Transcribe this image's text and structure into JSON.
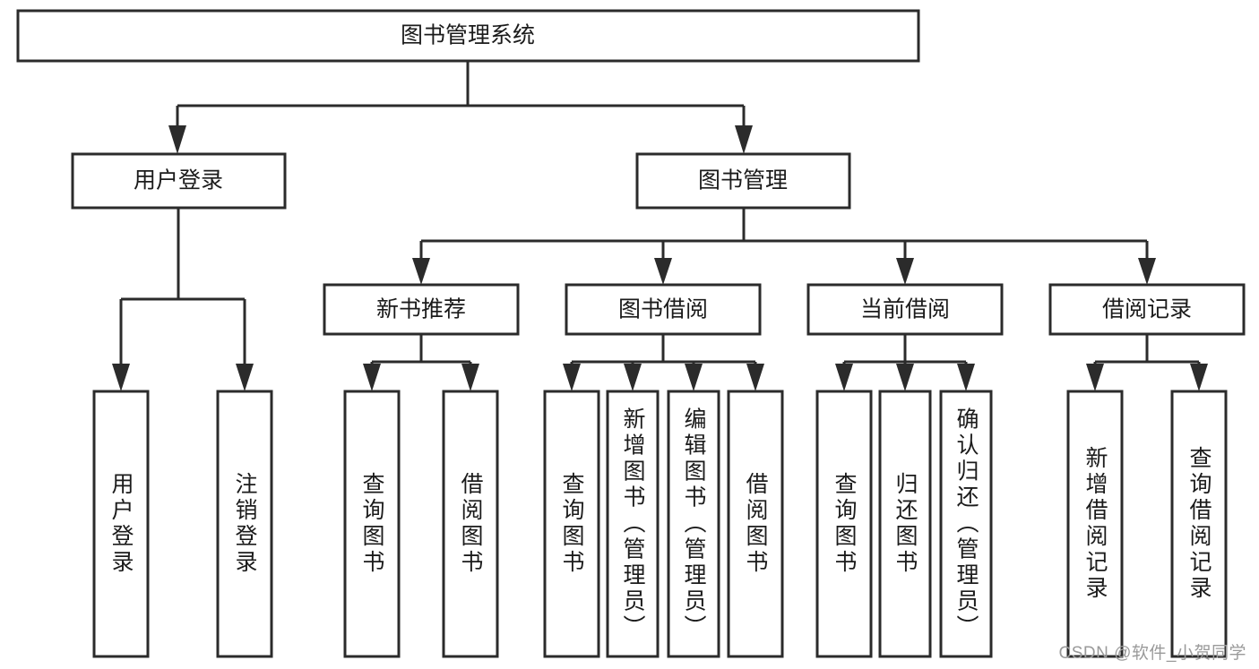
{
  "diagram": {
    "title": "图书管理系统",
    "type": "hierarchy-tree",
    "root": {
      "label": "图书管理系统"
    },
    "level2": [
      {
        "label": "用户登录"
      },
      {
        "label": "图书管理"
      }
    ],
    "level3": [
      {
        "label": "新书推荐"
      },
      {
        "label": "图书借阅"
      },
      {
        "label": "当前借阅"
      },
      {
        "label": "借阅记录"
      }
    ],
    "leaves": {
      "user_login": [
        {
          "label": "用户登录"
        },
        {
          "label": "注销登录"
        }
      ],
      "new_book_recommend": [
        {
          "label": "查询图书"
        },
        {
          "label": "借阅图书"
        }
      ],
      "book_borrow": [
        {
          "label": "查询图书"
        },
        {
          "label": "新增图书（管理员）"
        },
        {
          "label": "编辑图书（管理员）"
        },
        {
          "label": "借阅图书"
        }
      ],
      "current_borrow": [
        {
          "label": "查询图书"
        },
        {
          "label": "归还图书"
        },
        {
          "label": "确认归还（管理员）"
        }
      ],
      "borrow_record": [
        {
          "label": "新增借阅记录"
        },
        {
          "label": "查询借阅记录"
        }
      ]
    }
  },
  "watermark": {
    "text": "CSDN @软件_小贺同学"
  },
  "colors": {
    "stroke": "#2b2b2b",
    "fill": "#ffffff",
    "text": "#1b1b1b",
    "watermark": "#9a9a9a"
  }
}
